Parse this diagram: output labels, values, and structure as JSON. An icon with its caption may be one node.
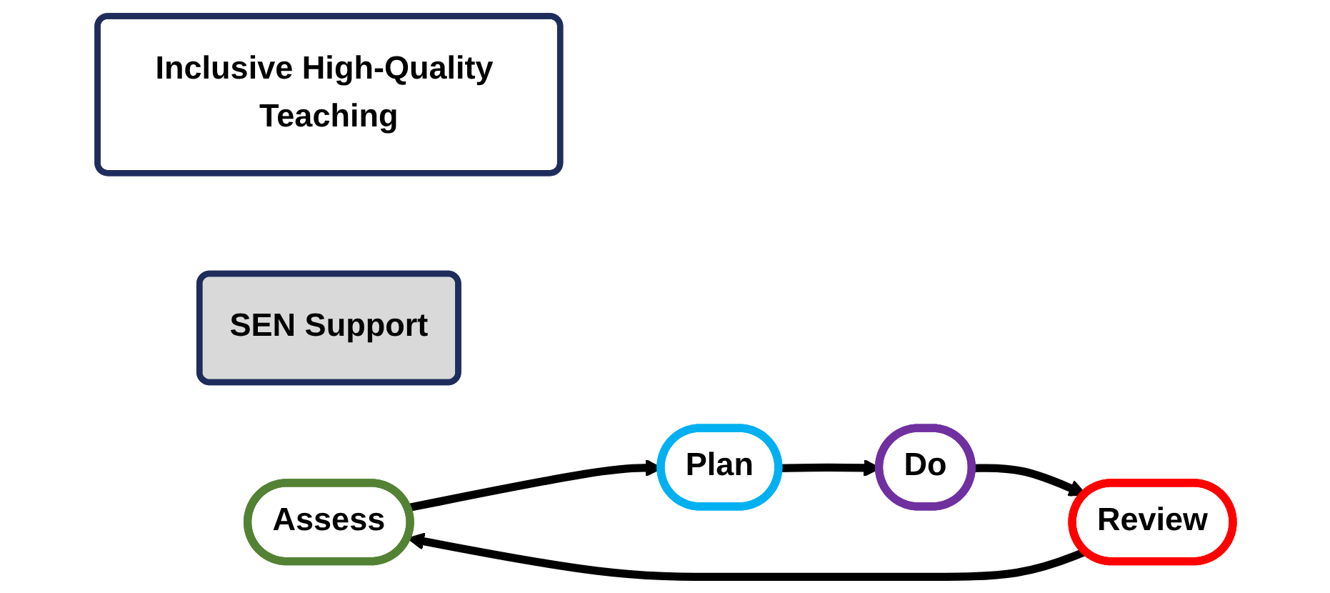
{
  "diagram": {
    "nodes": [
      {
        "text": [
          "Inclusive High-Quality Teaching"
        ]
      },
      {
        "text": [
          "SEN Support"
        ]
      },
      {
        "text": [
          "Assess"
        ]
      },
      {
        "text": [
          "Plan"
        ]
      },
      {
        "text": [
          "Do"
        ]
      },
      {
        "text": [
          "Review"
        ]
      }
    ],
    "edges": [
      {
        "from": 2,
        "to": 3,
        "arrow": "to"
      },
      {
        "from": 3,
        "to": 4,
        "arrow": "to"
      },
      {
        "from": 4,
        "to": 5,
        "arrow": "to"
      },
      {
        "from": 5,
        "to": 2,
        "arrow": "to"
      }
    ]
  }
}
